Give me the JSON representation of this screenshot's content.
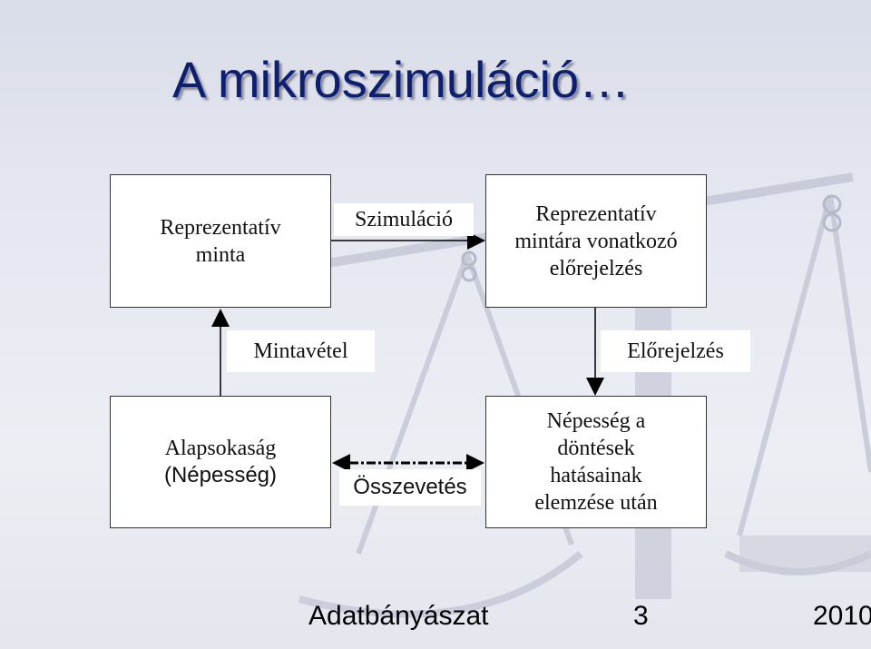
{
  "title": "A mikroszimuláció…",
  "boxes": {
    "sample": [
      "Reprezentatív",
      "minta"
    ],
    "forecast_on_sample": [
      "Reprezentatív",
      "mintára vonatkozó",
      "előrejelzés"
    ],
    "population": [
      "Alapsokaság",
      "(Népesség)"
    ],
    "population_after": [
      "Népesség a",
      "döntések",
      "hatásainak",
      "elemzése után"
    ]
  },
  "labels": {
    "simulation": "Szimuláció",
    "sampling": "Mintavétel",
    "forecasting": "Előrejelzés",
    "comparison": "Összevetés"
  },
  "footer": {
    "left": "Adatbányászat",
    "page": "3",
    "year": "2010"
  },
  "colors": {
    "title": "#0d1f70",
    "background": "#e6e8f1"
  }
}
